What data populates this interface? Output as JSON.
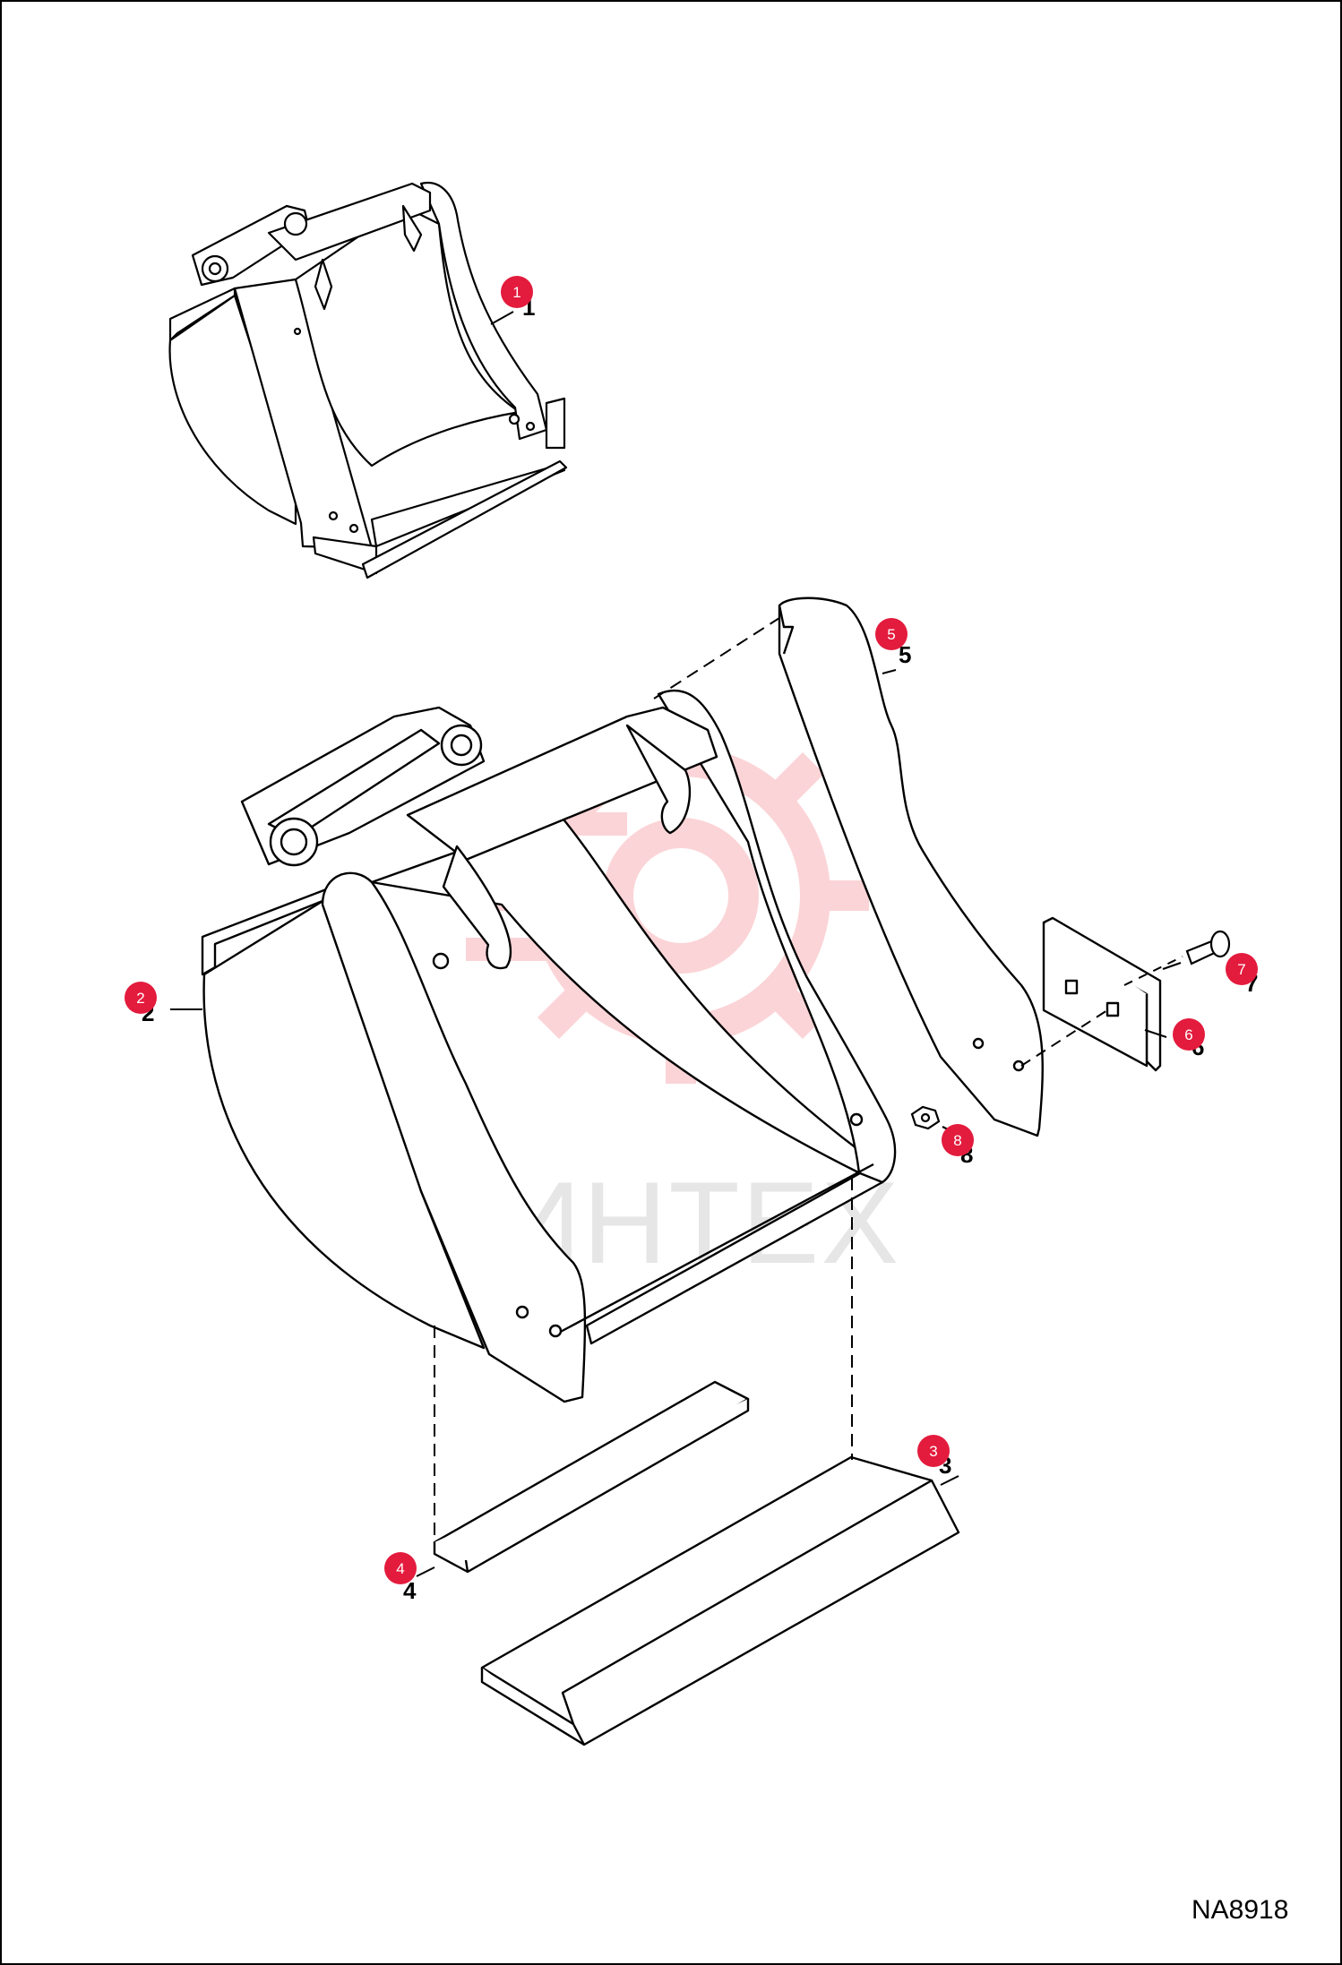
{
  "drawing_code": "NA8918",
  "watermark_text": "ИНТЕХ",
  "colors": {
    "callout": "#e31b3d",
    "line": "#000000",
    "watermark": "#fbd0d3",
    "watermark_text": "#e6e6e6"
  },
  "callouts": [
    {
      "id": "1",
      "part": "bucket-assembly"
    },
    {
      "id": "2",
      "part": "bucket-body"
    },
    {
      "id": "3",
      "part": "cutting-edge"
    },
    {
      "id": "4",
      "part": "wear-strip"
    },
    {
      "id": "5",
      "part": "side-plate"
    },
    {
      "id": "6",
      "part": "side-cutter"
    },
    {
      "id": "7",
      "part": "bolt"
    },
    {
      "id": "8",
      "part": "nut"
    }
  ]
}
